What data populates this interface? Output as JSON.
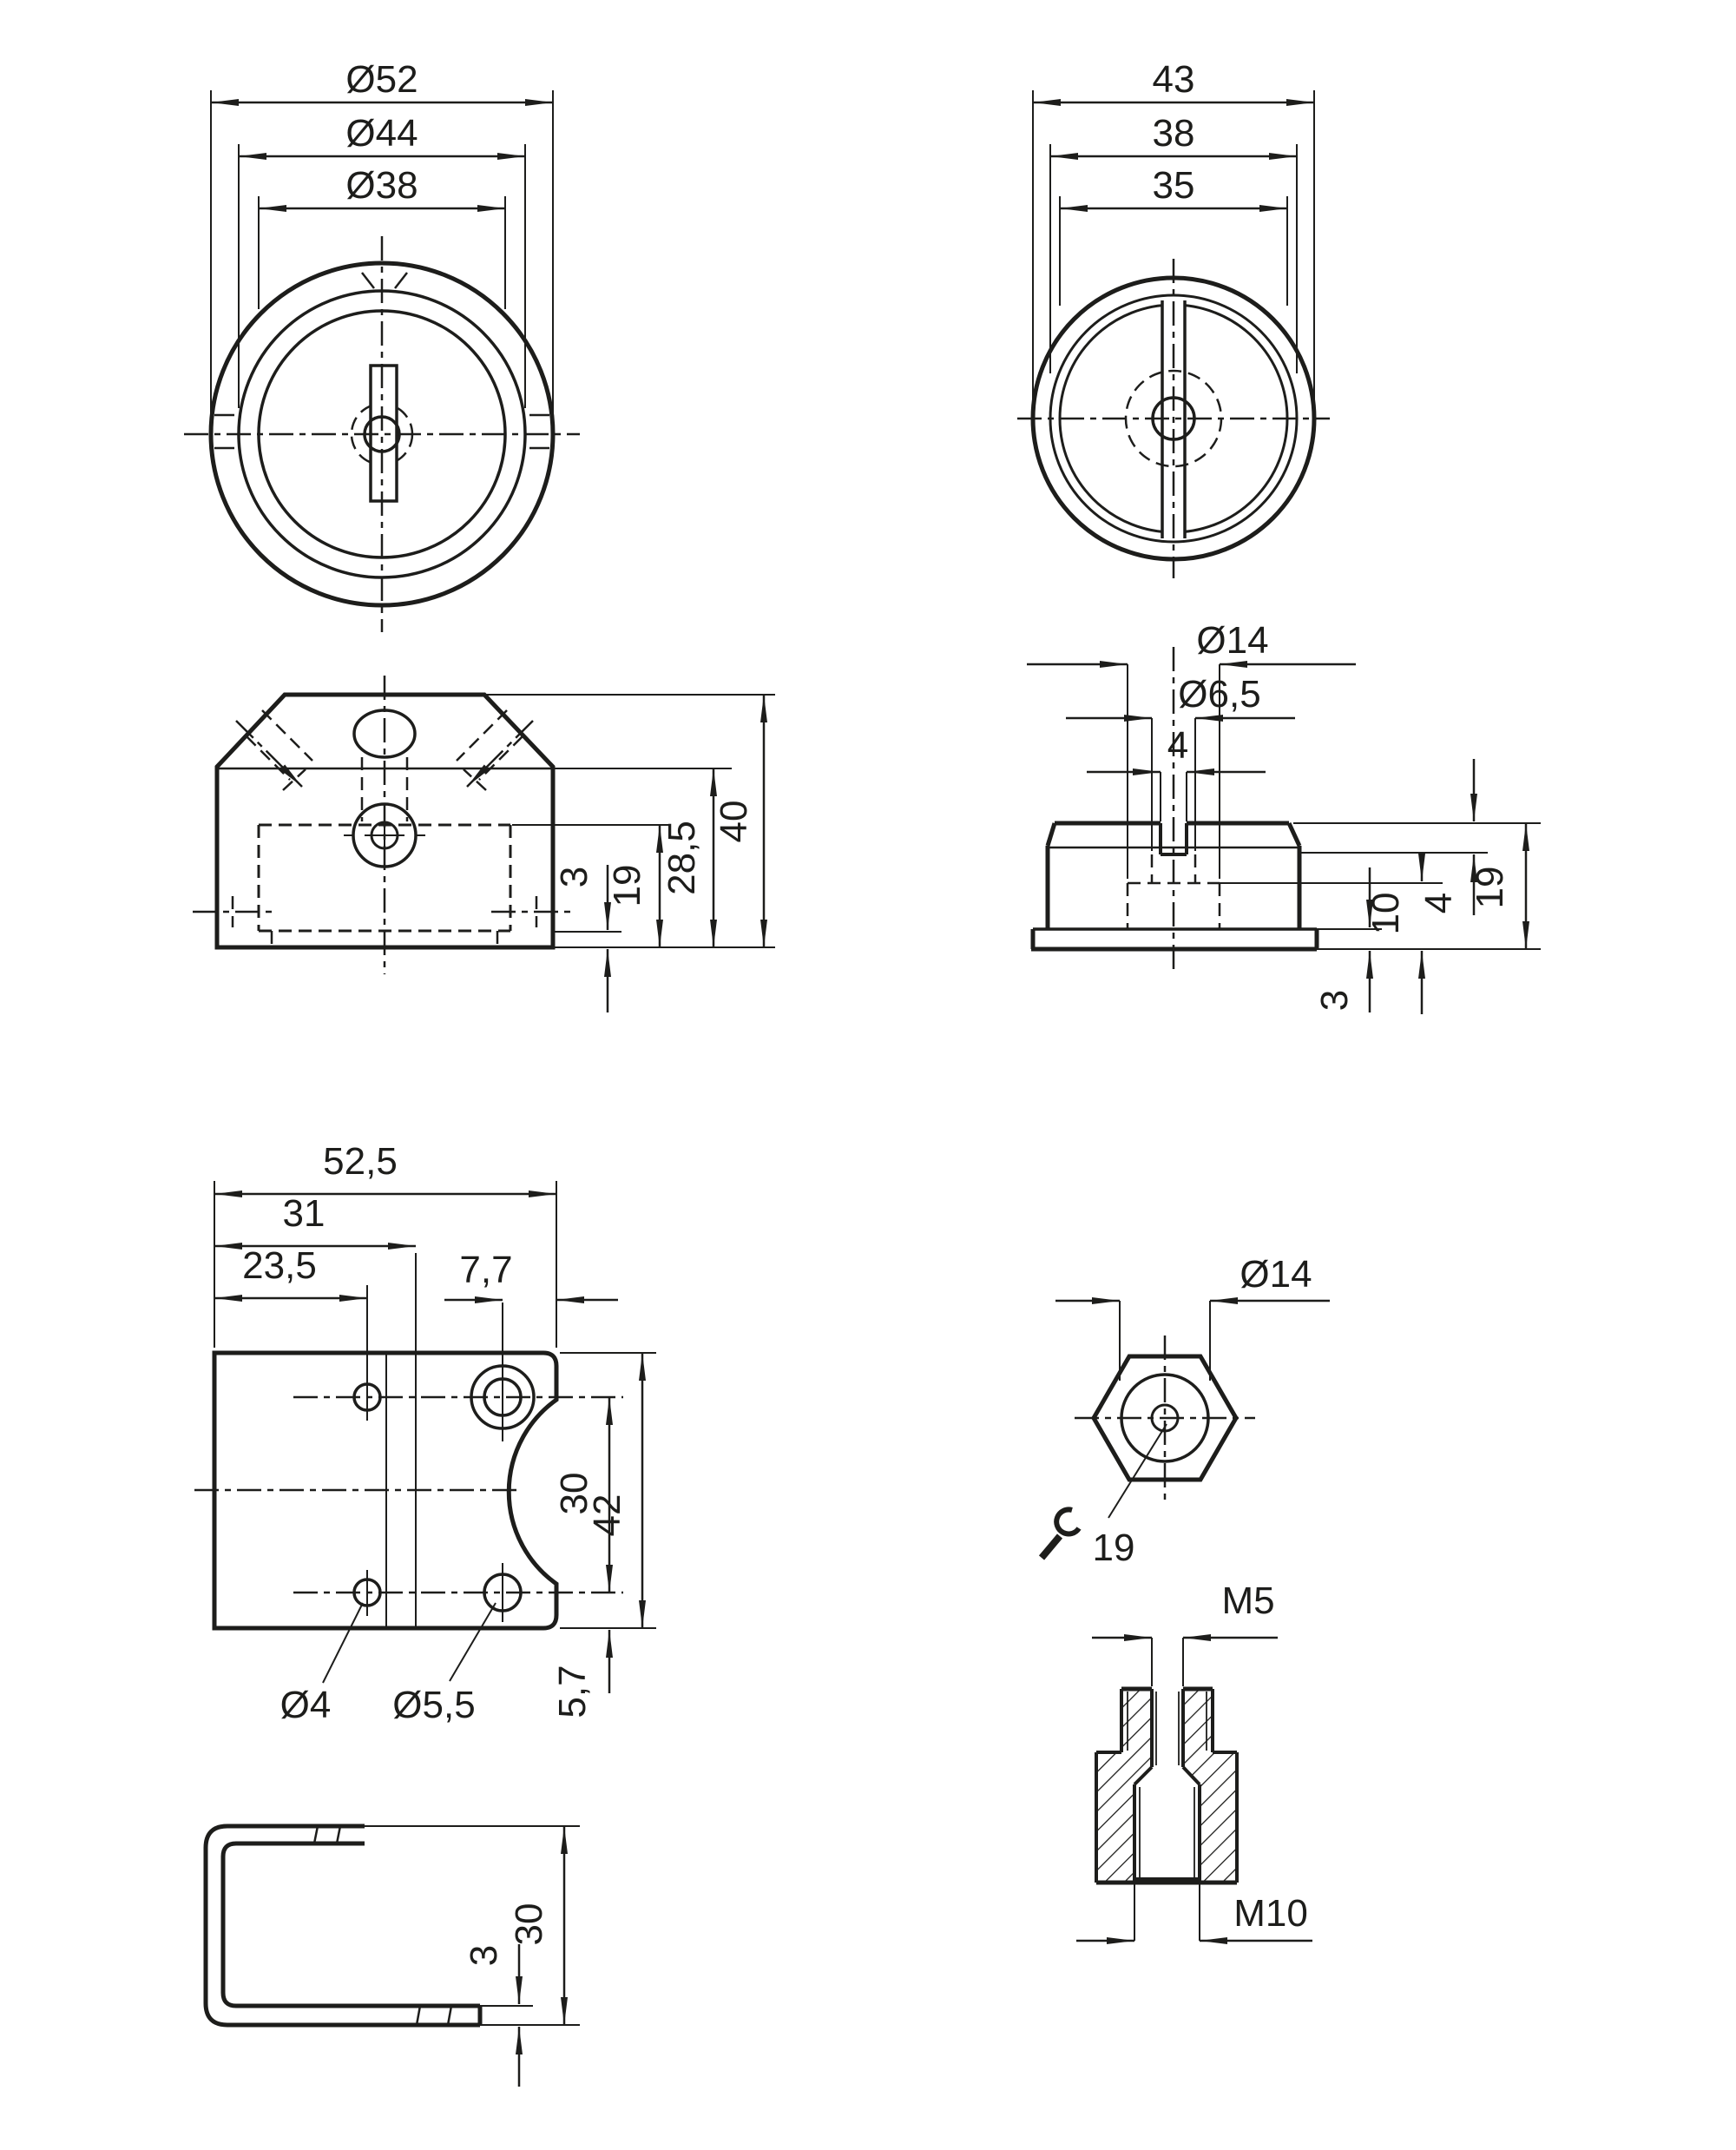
{
  "meta": {
    "description": "Multi-view technical dimension drawing of sensor mounting accessories",
    "background": "#ffffff",
    "line_color": "#1d1d1b"
  },
  "views": {
    "front_flange": {
      "d1": "Ø52",
      "d2": "Ø44",
      "d3": "Ø38"
    },
    "front_cap": {
      "d1": "43",
      "d2": "38",
      "d3": "35"
    },
    "side_block": {
      "height": "40",
      "shoulder": "28,5",
      "cavity": "19",
      "base": "3"
    },
    "side_cap": {
      "bore": "Ø14",
      "bore2": "Ø6,5",
      "slot": "4",
      "step": "4",
      "height": "19",
      "cbore": "10",
      "flange": "3"
    },
    "plate": {
      "width": "52,5",
      "fold": "31",
      "col_left": "23,5",
      "col_right": "7,7",
      "span": "30",
      "height": "42",
      "bottom": "5,7",
      "hole_small": "Ø4",
      "hole_large": "Ø5,5"
    },
    "hex": {
      "dia": "Ø14",
      "wrench_size": "19"
    },
    "adapter": {
      "top_thread": "M5",
      "bottom_thread": "M10"
    },
    "channel": {
      "height": "30",
      "thickness": "3"
    }
  }
}
